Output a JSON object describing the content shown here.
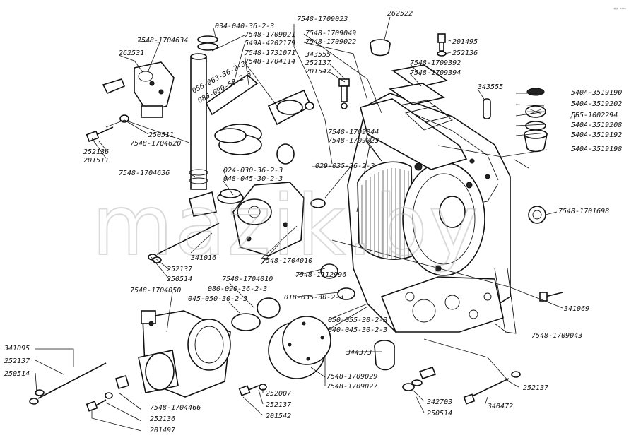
{
  "watermark": "mazik.by",
  "corner_mark": "«» ----",
  "labels": [
    {
      "id": "l01",
      "text": "7548-1704634"
    },
    {
      "id": "l02",
      "text": "262531"
    },
    {
      "id": "l03",
      "text": "034-040-36-2-3"
    },
    {
      "id": "l04",
      "text": "7548-1709021"
    },
    {
      "id": "l05",
      "text": "549A-4202179"
    },
    {
      "id": "l06",
      "text": "7548-1731071"
    },
    {
      "id": "l07",
      "text": "7548-1704114"
    },
    {
      "id": "l08",
      "text": "7548-1709023"
    },
    {
      "id": "l09",
      "text": "7548-1709049"
    },
    {
      "id": "l10",
      "text": "7548-1709022"
    },
    {
      "id": "l11",
      "text": "262522"
    },
    {
      "id": "l12",
      "text": "201495"
    },
    {
      "id": "l13",
      "text": "252136"
    },
    {
      "id": "l14",
      "text": "343555"
    },
    {
      "id": "l15",
      "text": "252137"
    },
    {
      "id": "l16",
      "text": "201542"
    },
    {
      "id": "l17",
      "text": "7548-1709392"
    },
    {
      "id": "l18",
      "text": "7548-1709394"
    },
    {
      "id": "l19",
      "text": "343555"
    },
    {
      "id": "l20",
      "text": "540A-3519190"
    },
    {
      "id": "l21",
      "text": "540A-3519202"
    },
    {
      "id": "l22",
      "text": "ДБ5-1002294"
    },
    {
      "id": "l23",
      "text": "540A-3519208"
    },
    {
      "id": "l24",
      "text": "540A-3519192"
    },
    {
      "id": "l25",
      "text": "540A-3519198"
    },
    {
      "id": "l26",
      "text": "056-063-36-2-3"
    },
    {
      "id": "l27",
      "text": "080-090-58-2-3"
    },
    {
      "id": "l28",
      "text": "250511"
    },
    {
      "id": "l29",
      "text": "7548-1704620"
    },
    {
      "id": "l30",
      "text": "252136"
    },
    {
      "id": "l31",
      "text": "201511"
    },
    {
      "id": "l32",
      "text": "7548-1704636"
    },
    {
      "id": "l33",
      "text": "7548-1709044"
    },
    {
      "id": "l34",
      "text": "7548-1709023"
    },
    {
      "id": "l35",
      "text": "029-035-36-2-3"
    },
    {
      "id": "l36",
      "text": "024-030-36-2-3"
    },
    {
      "id": "l37",
      "text": "048-045-30-2-3"
    },
    {
      "id": "l38",
      "text": "7548-1701698"
    },
    {
      "id": "l39",
      "text": "341016"
    },
    {
      "id": "l40",
      "text": "252137"
    },
    {
      "id": "l41",
      "text": "250514"
    },
    {
      "id": "l42",
      "text": "7548-1704010"
    },
    {
      "id": "l43",
      "text": "7548-1704010"
    },
    {
      "id": "l44",
      "text": "7548-1112996"
    },
    {
      "id": "l45",
      "text": "080-090-36-2-3"
    },
    {
      "id": "l46",
      "text": "7548-1704050"
    },
    {
      "id": "l47",
      "text": "045-050-30-2-3"
    },
    {
      "id": "l48",
      "text": "018-035-30-2-3"
    },
    {
      "id": "l49",
      "text": "341069"
    },
    {
      "id": "l50",
      "text": "050-055-30-2-3"
    },
    {
      "id": "l51",
      "text": "040-045-30-2-3"
    },
    {
      "id": "l52",
      "text": "7548-1709043"
    },
    {
      "id": "l53",
      "text": "341095"
    },
    {
      "id": "l54",
      "text": "252137"
    },
    {
      "id": "l55",
      "text": "250514"
    },
    {
      "id": "l56",
      "text": "344373"
    },
    {
      "id": "l57",
      "text": "7548-1709029"
    },
    {
      "id": "l58",
      "text": "7548-1709027"
    },
    {
      "id": "l59",
      "text": "252137"
    },
    {
      "id": "l60",
      "text": "252007"
    },
    {
      "id": "l61",
      "text": "252137"
    },
    {
      "id": "l62",
      "text": "201542"
    },
    {
      "id": "l63",
      "text": "7548-1704466"
    },
    {
      "id": "l64",
      "text": "252136"
    },
    {
      "id": "l65",
      "text": "201497"
    },
    {
      "id": "l66",
      "text": "342703"
    },
    {
      "id": "l67",
      "text": "250514"
    },
    {
      "id": "l68",
      "text": "340472"
    }
  ]
}
